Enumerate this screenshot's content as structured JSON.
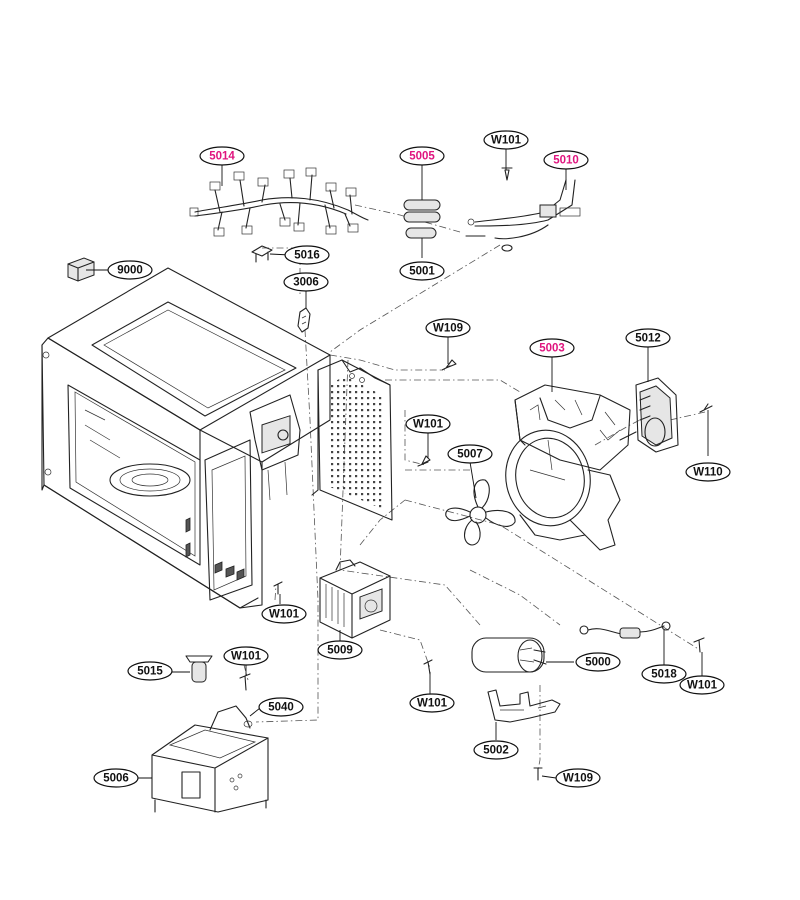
{
  "colors": {
    "line": "#222222",
    "label_text": "#111111",
    "highlight_text": "#e0157f",
    "background": "#ffffff"
  },
  "labels": [
    {
      "id": "5014",
      "text": "5014",
      "highlight": true
    },
    {
      "id": "5005",
      "text": "5005",
      "highlight": true
    },
    {
      "id": "W101_a",
      "text": "W101",
      "highlight": false
    },
    {
      "id": "5010",
      "text": "5010",
      "highlight": true
    },
    {
      "id": "5016",
      "text": "5016",
      "highlight": false
    },
    {
      "id": "5001",
      "text": "5001",
      "highlight": false
    },
    {
      "id": "9000",
      "text": "9000",
      "highlight": false
    },
    {
      "id": "3006",
      "text": "3006",
      "highlight": false
    },
    {
      "id": "W109_a",
      "text": "W109",
      "highlight": false
    },
    {
      "id": "5003",
      "text": "5003",
      "highlight": true
    },
    {
      "id": "5012",
      "text": "5012",
      "highlight": false
    },
    {
      "id": "W101_b",
      "text": "W101",
      "highlight": false
    },
    {
      "id": "5007",
      "text": "5007",
      "highlight": false
    },
    {
      "id": "W110",
      "text": "W110",
      "highlight": false
    },
    {
      "id": "W101_c",
      "text": "W101",
      "highlight": false
    },
    {
      "id": "5009",
      "text": "5009",
      "highlight": false
    },
    {
      "id": "W101_d",
      "text": "W101",
      "highlight": false
    },
    {
      "id": "5015",
      "text": "5015",
      "highlight": false
    },
    {
      "id": "5000",
      "text": "5000",
      "highlight": false
    },
    {
      "id": "5018",
      "text": "5018",
      "highlight": false
    },
    {
      "id": "W101_e",
      "text": "W101",
      "highlight": false
    },
    {
      "id": "5040",
      "text": "5040",
      "highlight": false
    },
    {
      "id": "W101_f",
      "text": "W101",
      "highlight": false
    },
    {
      "id": "5002",
      "text": "5002",
      "highlight": false
    },
    {
      "id": "5006",
      "text": "5006",
      "highlight": false
    },
    {
      "id": "W109_b",
      "text": "W109",
      "highlight": false
    }
  ]
}
